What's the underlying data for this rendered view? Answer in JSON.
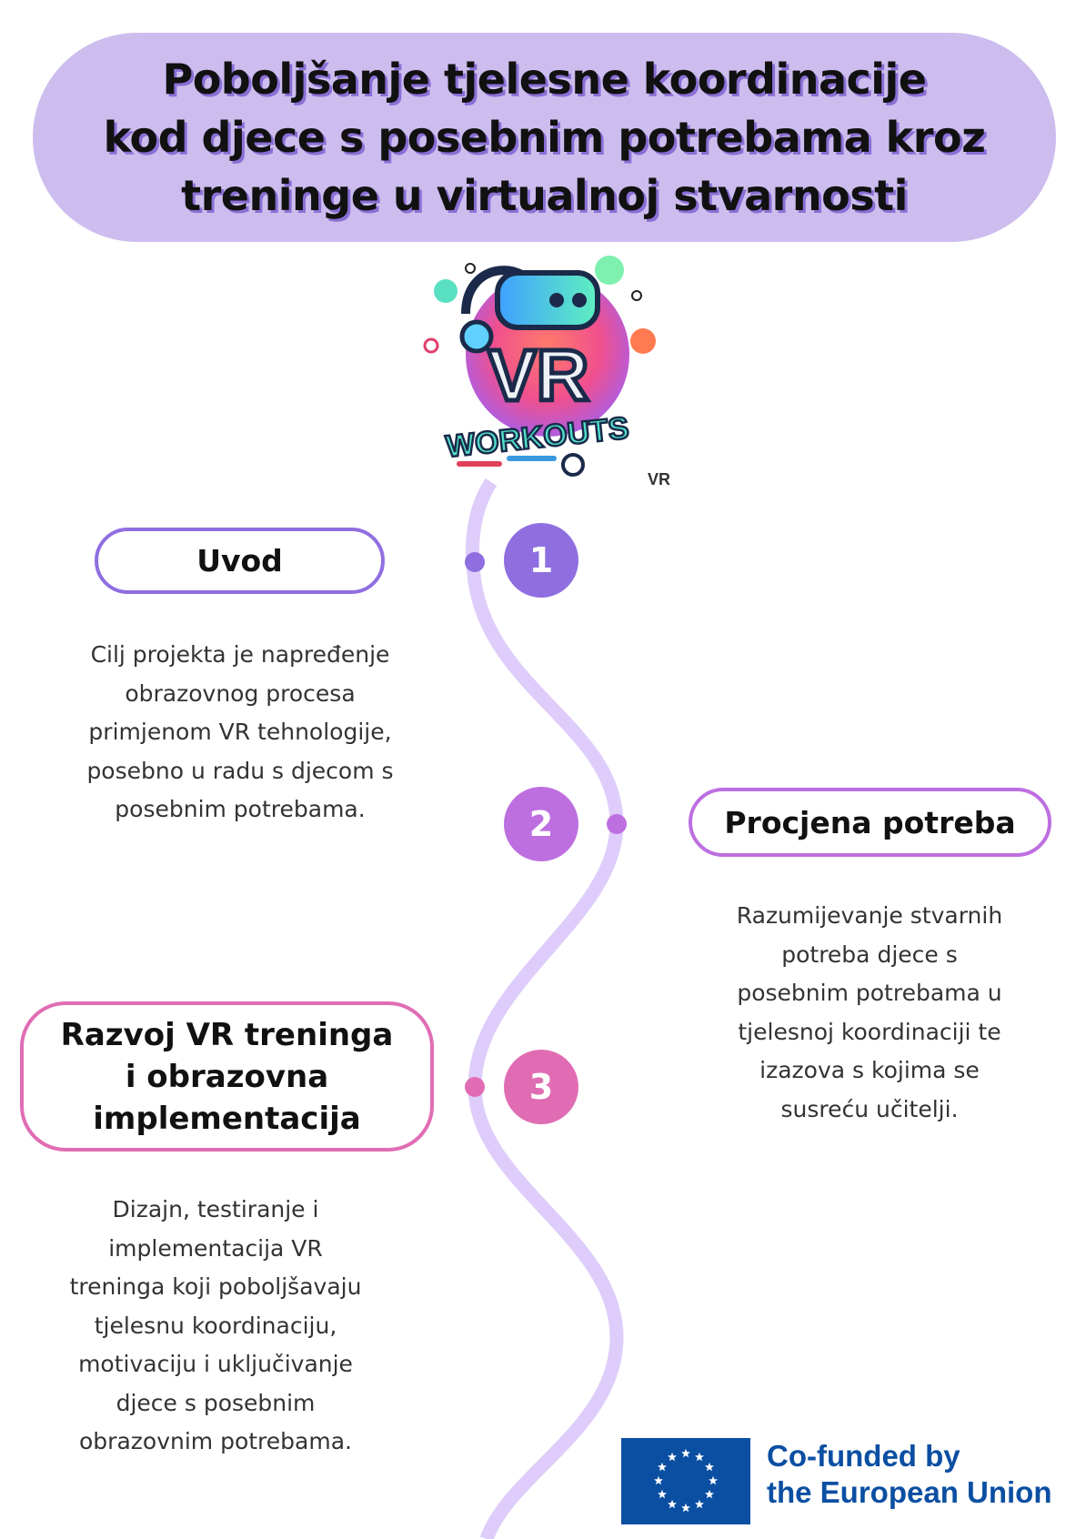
{
  "title": {
    "lines": [
      "Poboljšanje tjelesne koordinacije",
      "kod djece s posebnim potrebama kroz",
      "treninge u virtualnoj stvarnosti"
    ]
  },
  "logo": {
    "main": "VR",
    "sub": "WORKOUTS",
    "tag": "VR"
  },
  "steps": [
    {
      "number": "1",
      "title_lines": [
        "Uvod"
      ],
      "text_lines": [
        "Cilj projekta je napređenje",
        "obrazovnog procesa",
        "primjenom VR tehnologije,",
        "posebno u radu s djecom s",
        "posebnim potrebama."
      ],
      "color": "#8f6fe0"
    },
    {
      "number": "2",
      "title_lines": [
        "Procjena potreba"
      ],
      "text_lines": [
        "Razumijevanje stvarnih",
        "potreba djece s",
        "posebnim potrebama u",
        "tjelesnoj koordinaciji te",
        "izazova s kojima se",
        "susreću učitelji."
      ],
      "color": "#bd6fe0"
    },
    {
      "number": "3",
      "title_lines": [
        "Razvoj VR treninga",
        "i obrazovna",
        "implementacija"
      ],
      "text_lines": [
        "Dizajn, testiranje i",
        "implementacija VR",
        "treninga koji poboljšavaju",
        "tjelesnu koordinaciju,",
        "motivaciju i uključivanje",
        "djece s posebnim",
        "obrazovnim potrebama."
      ],
      "color": "#e06db4"
    }
  ],
  "footer": {
    "lines": [
      "Co-funded by",
      "the European Union"
    ],
    "color": "#0b4fa2"
  }
}
